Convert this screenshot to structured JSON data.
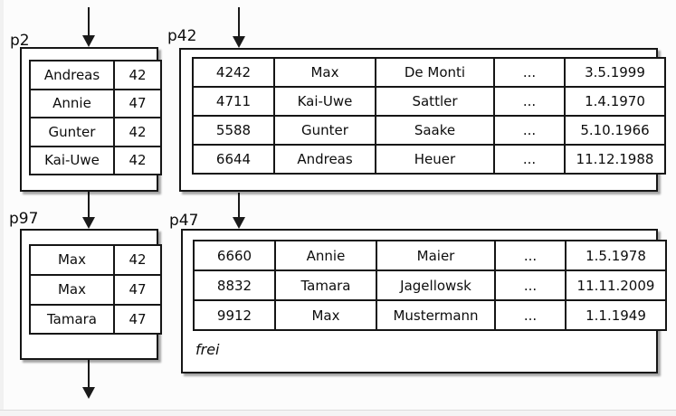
{
  "colors": {
    "line": "#161616",
    "background": "#fcfcfc",
    "box_background": "#ffffff",
    "shadow": "rgba(0,0,0,0.35)"
  },
  "pages": {
    "p2": {
      "label": "p2",
      "rows": [
        [
          "Andreas",
          "42"
        ],
        [
          "Annie",
          "47"
        ],
        [
          "Gunter",
          "42"
        ],
        [
          "Kai-Uwe",
          "42"
        ]
      ]
    },
    "p42": {
      "label": "p42",
      "rows": [
        [
          "4242",
          "Max",
          "De Monti",
          "...",
          "3.5.1999"
        ],
        [
          "4711",
          "Kai-Uwe",
          "Sattler",
          "...",
          "1.4.1970"
        ],
        [
          "5588",
          "Gunter",
          "Saake",
          "...",
          "5.10.1966"
        ],
        [
          "6644",
          "Andreas",
          "Heuer",
          "...",
          "11.12.1988"
        ]
      ]
    },
    "p97": {
      "label": "p97",
      "rows": [
        [
          "Max",
          "42"
        ],
        [
          "Max",
          "47"
        ],
        [
          "Tamara",
          "47"
        ]
      ]
    },
    "p47": {
      "label": "p47",
      "rows": [
        [
          "6660",
          "Annie",
          "Maier",
          "...",
          "1.5.1978"
        ],
        [
          "8832",
          "Tamara",
          "Jagellowsk",
          "...",
          "11.11.2009"
        ],
        [
          "9912",
          "Max",
          "Mustermann",
          "...",
          "1.1.1949"
        ]
      ],
      "free_label": "frei"
    }
  }
}
